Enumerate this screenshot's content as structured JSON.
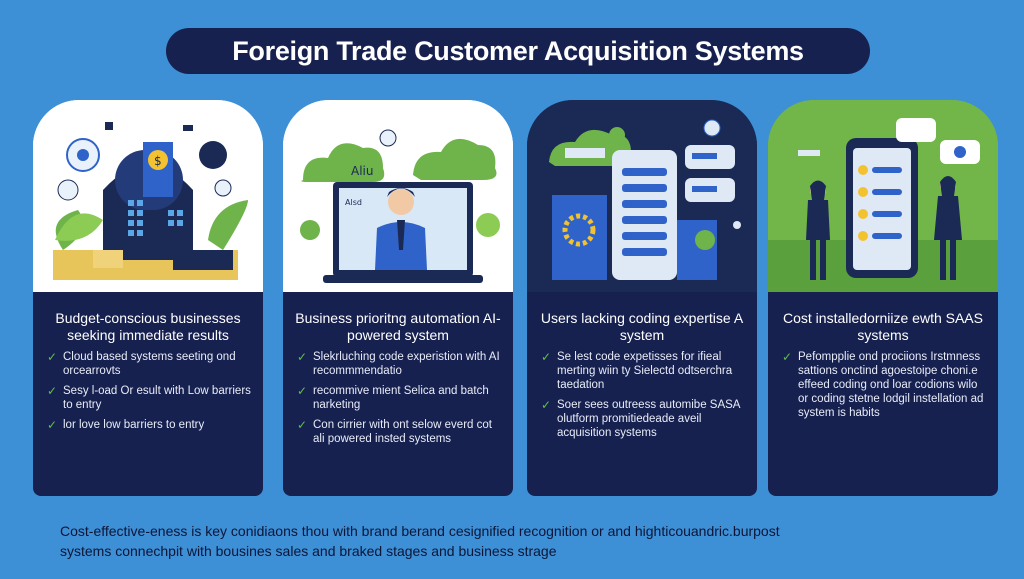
{
  "title": "Foreign Trade Customer Acquisition Systems",
  "cards": [
    {
      "heading": "Budget-conscious businesses seeking immediate results",
      "bullets": [
        "Cloud based systems seeting ond orcearrovts",
        "Sesy l-oad Or esult with Low barriers to entry",
        "lor love low barriers to entry"
      ]
    },
    {
      "heading": "Business prioritng automation AI-powered system",
      "bullets": [
        "Slekrluching code experistion with AI recommmendatio",
        "recommive mient Selica and batch narketing",
        "Con cirrier with ont selow everd cot ali powered insted systems"
      ]
    },
    {
      "heading": "Users lacking coding expertise A system",
      "bullets": [
        "Se lest code expetisses for ifieal merting wiin ty Sielectd odtserchra taedation",
        "Soer sees outreess automibe SASA olutform promitiedeade aveil acquisition systems"
      ]
    },
    {
      "heading": "Cost installedorniize ewth SAAS systems",
      "bullets": [
        "Pefompplie ond prociions Irstmness sattions onctind agoestoipe choni.e effeed coding ond loar codions wilo or coding stetne lodgil instellation ad system is habits"
      ]
    }
  ],
  "illustration_labels": {
    "card2_screen": "Aliu",
    "card2_screen_small": "Alsd"
  },
  "footer": {
    "line1": "Cost-effective-eness is key conidiaons thou with brand berand cesignified recognition or and highticouandric.burpost",
    "line2": "systems connechpit with bousines sales and braked stages and business strage"
  }
}
